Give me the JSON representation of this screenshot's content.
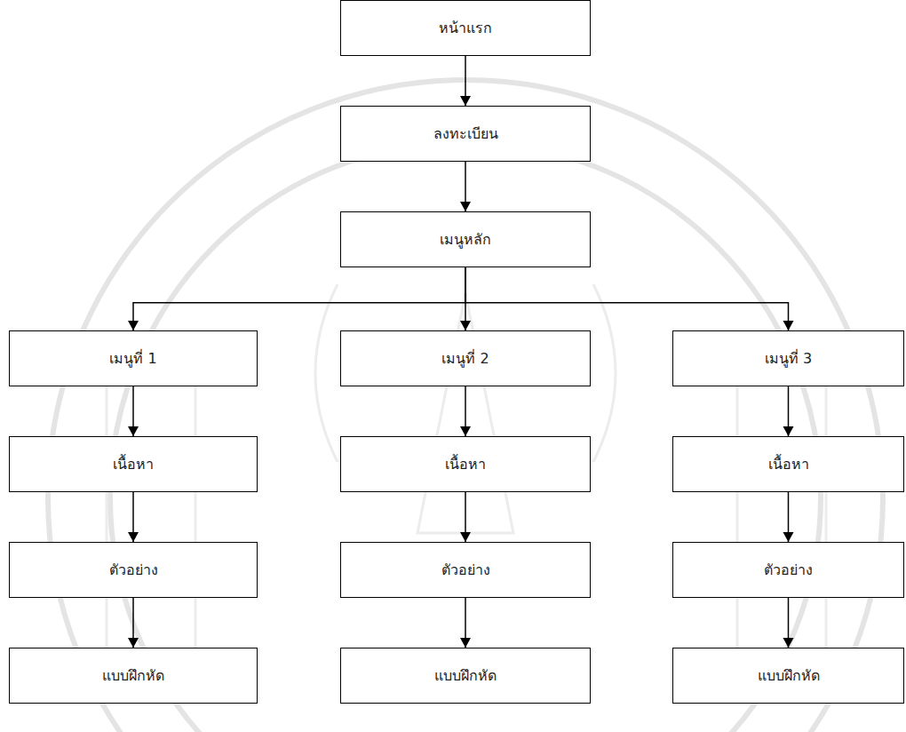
{
  "diagram": {
    "nodes": [
      {
        "text": [
          "หน้าแรก"
        ]
      },
      {
        "text": [
          "ลงทะเบียน"
        ]
      },
      {
        "text": [
          "เมนูหลัก"
        ]
      },
      {
        "text": [
          "เมนูที่ 1"
        ]
      },
      {
        "text": [
          "เมนูที่ 2"
        ]
      },
      {
        "text": [
          "เมนูที่ 3"
        ]
      },
      {
        "text": [
          "เนื้อหา"
        ]
      },
      {
        "text": [
          "เนื้อหา"
        ]
      },
      {
        "text": [
          "เนื้อหา"
        ]
      },
      {
        "text": [
          "ตัวอย่าง"
        ]
      },
      {
        "text": [
          "ตัวอย่าง"
        ]
      },
      {
        "text": [
          "ตัวอย่าง"
        ]
      },
      {
        "text": [
          "แบบฝึกหัด"
        ]
      },
      {
        "text": [
          "แบบฝึกหัด"
        ]
      },
      {
        "text": [
          "แบบฝึกหัด"
        ]
      }
    ],
    "edges": [
      {
        "from": 0,
        "to": 1,
        "arrow": "to"
      },
      {
        "from": 1,
        "to": 2,
        "arrow": "to"
      },
      {
        "from": 2,
        "to": 3,
        "arrow": "to"
      },
      {
        "from": 2,
        "to": 4,
        "arrow": "to"
      },
      {
        "from": 2,
        "to": 5,
        "arrow": "to"
      },
      {
        "from": 3,
        "to": 6,
        "arrow": "to"
      },
      {
        "from": 4,
        "to": 7,
        "arrow": "to"
      },
      {
        "from": 5,
        "to": 8,
        "arrow": "to"
      },
      {
        "from": 6,
        "to": 9,
        "arrow": "to"
      },
      {
        "from": 7,
        "to": 10,
        "arrow": "to"
      },
      {
        "from": 8,
        "to": 11,
        "arrow": "to"
      },
      {
        "from": 9,
        "to": 12,
        "arrow": "to"
      },
      {
        "from": 10,
        "to": 13,
        "arrow": "to"
      },
      {
        "from": 11,
        "to": 14,
        "arrow": "to"
      }
    ]
  }
}
